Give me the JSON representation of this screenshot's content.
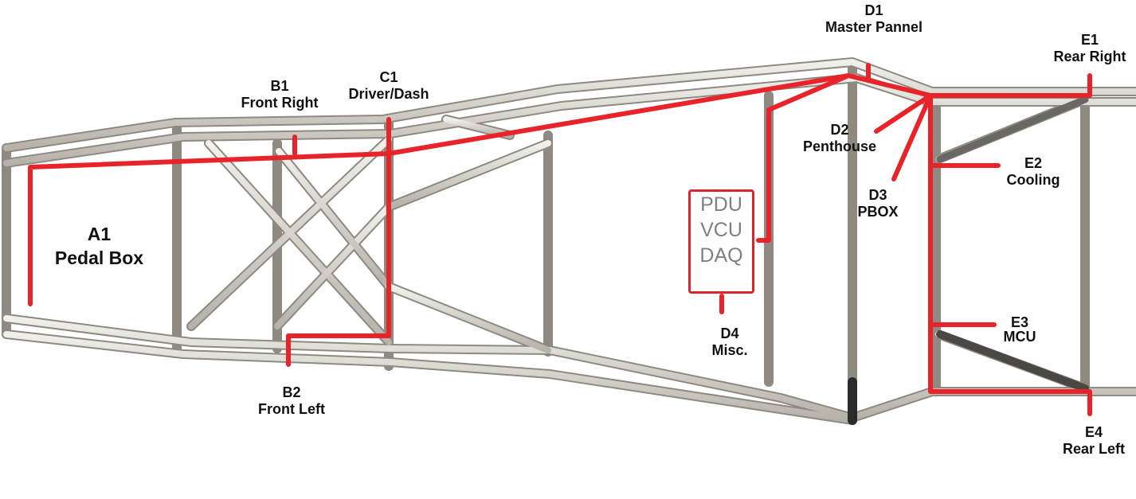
{
  "labels": {
    "a1": {
      "id": "A1",
      "name": "Pedal Box"
    },
    "b1": {
      "id": "B1",
      "name": "Front Right"
    },
    "b2": {
      "id": "B2",
      "name": "Front Left"
    },
    "c1": {
      "id": "C1",
      "name": "Driver/Dash"
    },
    "d1": {
      "id": "D1",
      "name": "Master Pannel"
    },
    "d2": {
      "id": "D2",
      "name": "Penthouse"
    },
    "d3": {
      "id": "D3",
      "name": "PBOX"
    },
    "d4": {
      "id": "D4",
      "name": "Misc."
    },
    "e1": {
      "id": "E1",
      "name": "Rear Right"
    },
    "e2": {
      "id": "E2",
      "name": "Cooling"
    },
    "e3": {
      "id": "E3",
      "name": "MCU"
    },
    "e4": {
      "id": "E4",
      "name": "Rear Left"
    }
  },
  "ecu_box": {
    "line1": "PDU",
    "line2": "VCU",
    "line3": "DAQ"
  },
  "colors": {
    "harness": "#e8232a",
    "tube": "#d4d0c8",
    "tube_shadow": "#8a8780",
    "box_border": "#d9262c"
  }
}
